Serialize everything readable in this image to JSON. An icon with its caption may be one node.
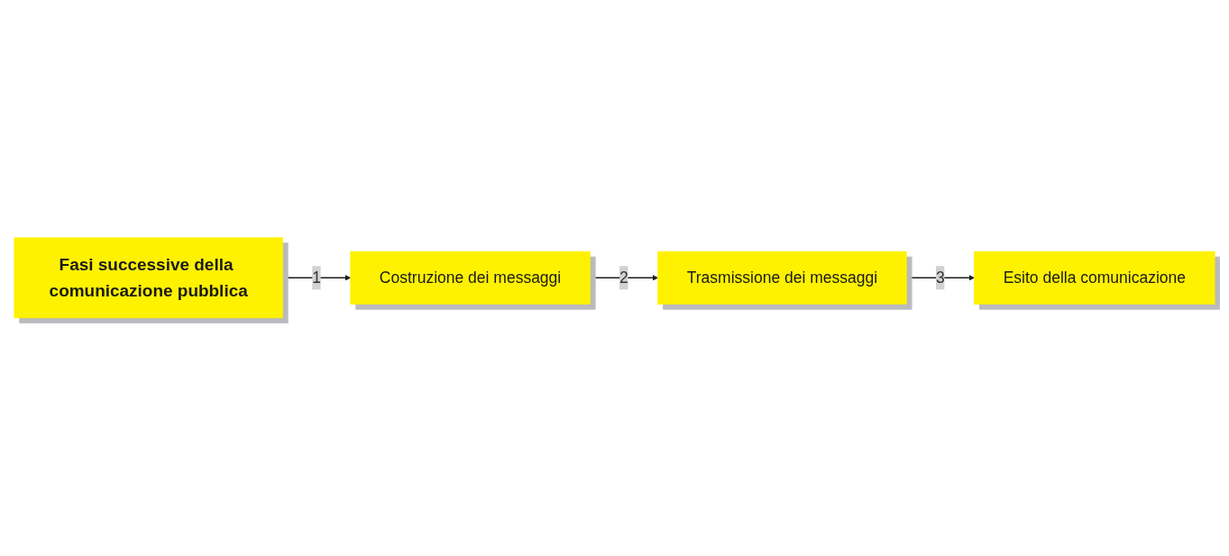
{
  "diagram": {
    "nodes": [
      {
        "text": [
          "Fasi successive della comunicazione pubblica"
        ]
      },
      {
        "text": [
          "Costruzione dei messaggi"
        ]
      },
      {
        "text": [
          "Trasmissione dei messaggi"
        ]
      },
      {
        "text": [
          "Esito della comunicazione"
        ]
      }
    ],
    "edges": [
      {
        "from": 0,
        "to": 1,
        "arrow": "to",
        "label": "1"
      },
      {
        "from": 1,
        "to": 2,
        "arrow": "to",
        "label": "2"
      },
      {
        "from": 2,
        "to": 3,
        "arrow": "to",
        "label": "3"
      }
    ]
  }
}
